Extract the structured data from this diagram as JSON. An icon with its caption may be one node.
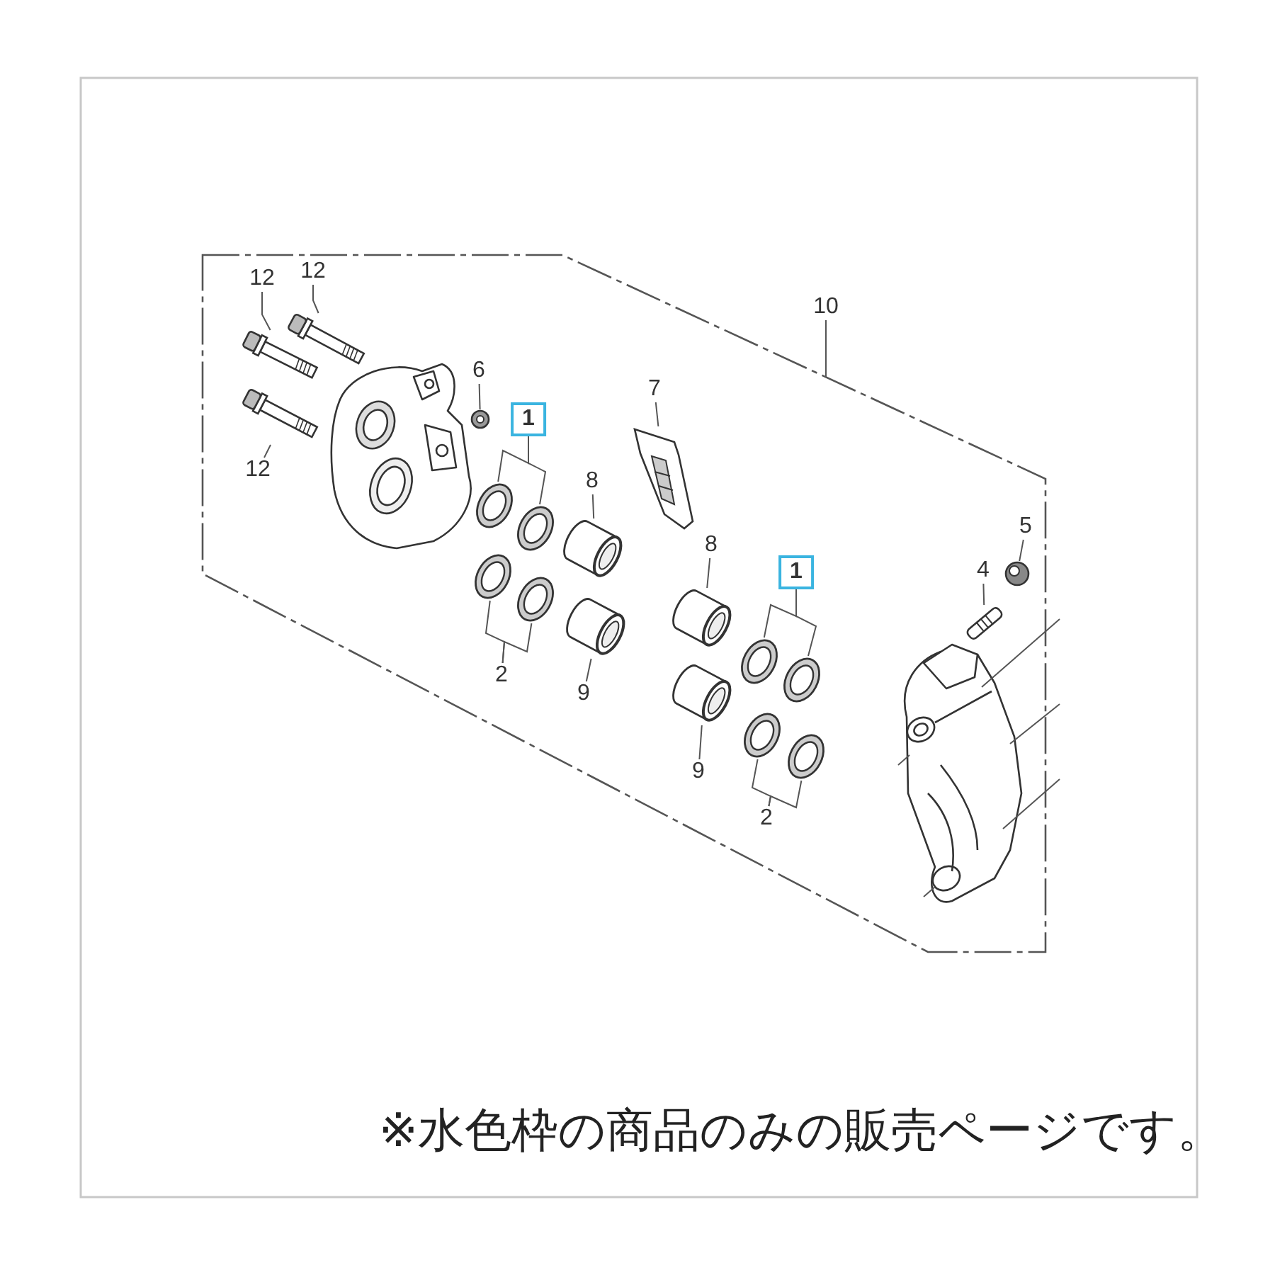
{
  "diagram": {
    "nodes": [
      {
        "text": [],
        "shape": "box"
      },
      {
        "text": [
          "10"
        ]
      },
      {
        "text": [
          "12"
        ],
        "in": 0
      },
      {
        "text": [
          "12"
        ],
        "in": 0
      },
      {
        "text": [
          "12"
        ],
        "in": 0
      },
      {
        "text": [
          "6"
        ],
        "in": 0
      },
      {
        "text": [
          "1"
        ],
        "in": 0
      },
      {
        "text": [
          "7"
        ],
        "in": 0
      },
      {
        "text": [
          "8"
        ],
        "in": 0
      },
      {
        "text": [
          "2"
        ],
        "in": 0
      },
      {
        "text": [
          "9"
        ],
        "in": 0
      },
      {
        "text": [
          "8"
        ],
        "in": 0
      },
      {
        "text": [
          "1"
        ],
        "in": 0
      },
      {
        "text": [
          "9"
        ],
        "in": 0
      },
      {
        "text": [
          "2"
        ],
        "in": 0
      },
      {
        "text": [
          "4"
        ],
        "in": 0
      },
      {
        "text": [
          "5"
        ],
        "in": 0
      },
      {
        "text": [],
        "shape": "picture",
        "in": 0
      },
      {
        "text": [],
        "shape": "picture",
        "in": 0
      },
      {
        "text": [],
        "shape": "picture",
        "in": 0
      },
      {
        "text": [],
        "shape": "picture",
        "in": 0
      },
      {
        "text": [],
        "shape": "picture",
        "in": 0
      },
      {
        "text": [],
        "shape": "picture",
        "in": 0
      },
      {
        "text": [],
        "shape": "picture",
        "in": 0
      },
      {
        "text": [],
        "shape": "picture",
        "in": 0
      },
      {
        "text": [],
        "shape": "picture",
        "in": 0
      },
      {
        "text": [],
        "shape": "picture",
        "in": 0
      },
      {
        "text": [],
        "shape": "picture",
        "in": 0
      },
      {
        "text": [],
        "shape": "picture",
        "in": 0
      },
      {
        "text": [],
        "shape": "picture",
        "in": 0
      },
      {
        "text": [],
        "shape": "picture",
        "in": 0
      },
      {
        "text": [],
        "shape": "picture",
        "in": 0
      },
      {
        "text": [],
        "shape": "picture",
        "in": 0
      },
      {
        "text": [],
        "shape": "picture",
        "in": 0
      },
      {
        "text": [],
        "shape": "picture",
        "in": 0
      },
      {
        "text": [],
        "shape": "picture",
        "in": 0
      }
    ],
    "edges": [
      {
        "from": 1,
        "to": 0,
        "arrow": "none"
      },
      {
        "from": 2,
        "to": 17,
        "arrow": "none"
      },
      {
        "from": 3,
        "to": 18,
        "arrow": "none"
      },
      {
        "from": 4,
        "to": 19,
        "arrow": "none"
      },
      {
        "from": 5,
        "to": 20,
        "arrow": "none"
      },
      {
        "from": 6,
        "to": 21,
        "arrow": "none"
      },
      {
        "from": 6,
        "to": 22,
        "arrow": "none"
      },
      {
        "from": 7,
        "to": 25,
        "arrow": "none"
      },
      {
        "from": 8,
        "to": 26,
        "arrow": "none"
      },
      {
        "from": 9,
        "to": 23,
        "arrow": "none"
      },
      {
        "from": 9,
        "to": 24,
        "arrow": "none"
      },
      {
        "from": 10,
        "to": 27,
        "arrow": "none"
      },
      {
        "from": 11,
        "to": 28,
        "arrow": "none"
      },
      {
        "from": 12,
        "to": 30,
        "arrow": "none"
      },
      {
        "from": 12,
        "to": 31,
        "arrow": "none"
      },
      {
        "from": 13,
        "to": 29,
        "arrow": "none"
      },
      {
        "from": 14,
        "to": 32,
        "arrow": "none"
      },
      {
        "from": 14,
        "to": 33,
        "arrow": "none"
      },
      {
        "from": 15,
        "to": 34,
        "arrow": "none"
      },
      {
        "from": 16,
        "to": 35,
        "arrow": "none"
      }
    ],
    "labels": [
      "※水色枠の商品のみの販売ページです。"
    ]
  }
}
